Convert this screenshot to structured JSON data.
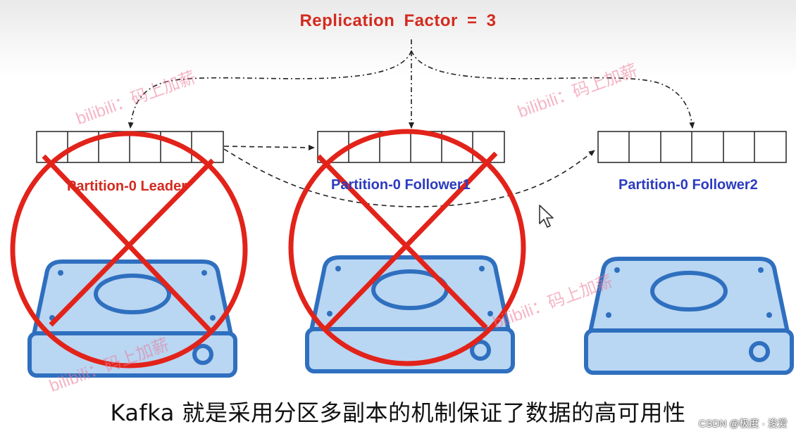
{
  "title": "Replication  Factor = 3",
  "partitions": [
    {
      "label": "Partition-0 Leader",
      "failed": true
    },
    {
      "label": "Partition-0 Follower1",
      "failed": true
    },
    {
      "label": "Partition-0 Follower2",
      "failed": false
    }
  ],
  "watermark": "bilibili：码上加薪",
  "subtitle": "Kafka 就是采用分区多副本的机制保证了数据的高可用性",
  "credit": "CSDN @极度 · 浚爱",
  "colors": {
    "red": "#d42a1e",
    "blue": "#2b3bbf",
    "disk_fill": "#b9d6f2",
    "disk_stroke": "#2f6fbf"
  },
  "icons": [
    "disk-icon",
    "failure-cross-icon",
    "cursor-icon"
  ]
}
